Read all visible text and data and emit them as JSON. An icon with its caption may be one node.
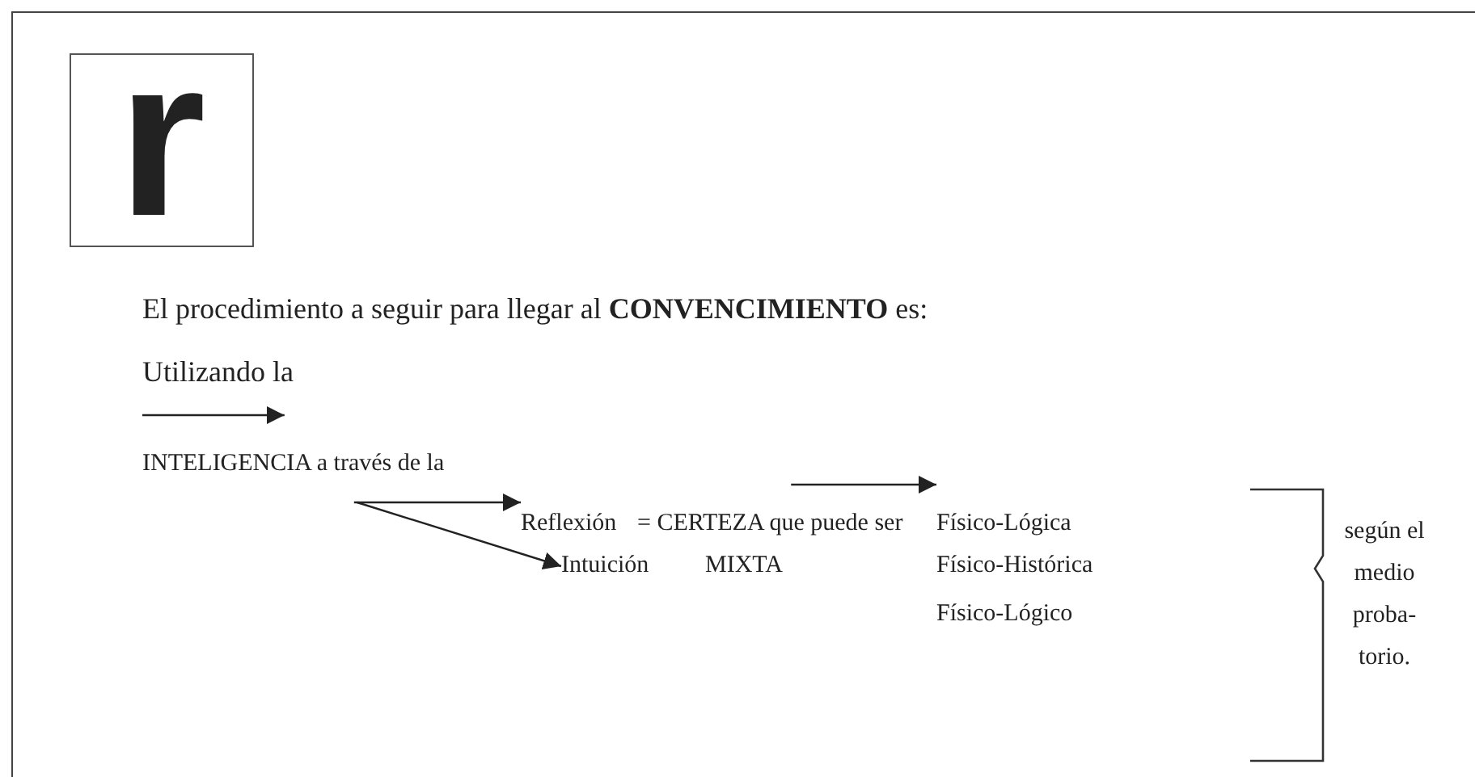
{
  "diagram": {
    "nodes": [
      {
        "text": [
          "r"
        ]
      },
      {
        "text": [
          "Utilizando la"
        ]
      },
      {
        "text": [
          "INTELIGENCIA a través de la"
        ]
      },
      {
        "text": [
          "Reflexión"
        ]
      },
      {
        "text": [
          "Intuición"
        ]
      },
      {
        "text": [
          "= CERTEZA que puede ser"
        ]
      },
      {
        "text": [
          "MIXTA"
        ]
      },
      {
        "text": [
          "Físico-Lógica"
        ]
      },
      {
        "text": [
          "Físico-Histórica"
        ]
      },
      {
        "text": [
          "Físico-Lógico"
        ]
      }
    ],
    "edges": [
      {
        "from": 1,
        "to": 2,
        "arrow": "to"
      },
      {
        "from": 2,
        "to": 3,
        "arrow": "to"
      },
      {
        "from": 2,
        "to": 4,
        "arrow": "to"
      },
      {
        "from": 5,
        "to": 7,
        "arrow": "to"
      }
    ],
    "labels": [
      "El procedimiento a seguir para llegar al **CONVENCIMIENTO** es:",
      "según el medio proba- torio."
    ]
  }
}
